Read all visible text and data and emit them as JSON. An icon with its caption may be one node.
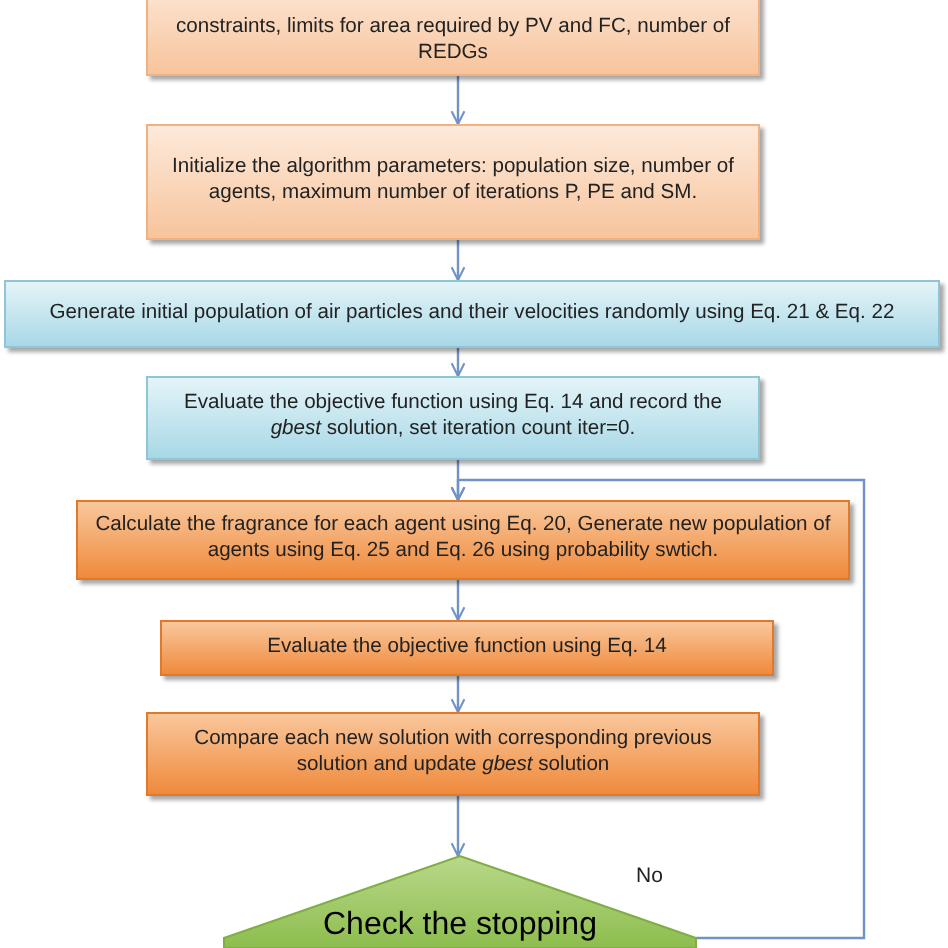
{
  "diagram": {
    "nodes": [
      {
        "text": [
          "constraints, limits for area required by PV and FC, number of REDGs"
        ]
      },
      {
        "text": [
          "Initialize the algorithm parameters: population size, number of agents, maximum number of iterations P, PE and SM."
        ]
      },
      {
        "text": [
          "Generate initial population of air particles and their velocities randomly using Eq. 21 & Eq. 22"
        ]
      },
      {
        "text": [
          "Evaluate the objective function using Eq. 14 and record the *gbest* solution, set iteration count iter=0."
        ]
      },
      {
        "text": [
          "Calculate the fragrance for each agent using Eq. 20, Generate new population of agents using Eq. 25 and Eq. 26 using probability swtich."
        ]
      },
      {
        "text": [
          "Evaluate the objective function using Eq. 14"
        ]
      },
      {
        "text": [
          "Compare each new solution with corresponding previous solution and update *gbest* solution"
        ]
      },
      {
        "text": [
          "Check the stopping"
        ]
      }
    ],
    "edges": [
      {
        "from": 0,
        "to": 1,
        "arrow": "to"
      },
      {
        "from": 1,
        "to": 2,
        "arrow": "to"
      },
      {
        "from": 2,
        "to": 3,
        "arrow": "to"
      },
      {
        "from": 3,
        "to": 4,
        "arrow": "to"
      },
      {
        "from": 4,
        "to": 5,
        "arrow": "to"
      },
      {
        "from": 5,
        "to": 6,
        "arrow": "to"
      },
      {
        "from": 6,
        "to": 7,
        "arrow": "to"
      },
      {
        "from": 7,
        "to": 4,
        "arrow": "to",
        "label": "No"
      }
    ]
  }
}
